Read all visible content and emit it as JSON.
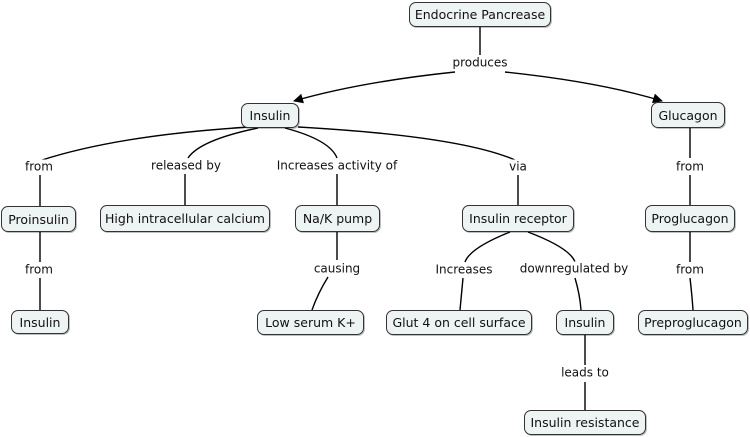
{
  "nodes": {
    "endocrine_pancreas": "Endocrine Pancrease",
    "insulin": "Insulin",
    "glucagon": "Glucagon",
    "proinsulin": "Proinsulin",
    "high_calcium": "High intracellular calcium",
    "na_k_pump": "Na/K pump",
    "insulin_receptor": "Insulin receptor",
    "proglucagon": "Proglucagon",
    "insulin_bottom": "Insulin",
    "low_serum_k": "Low serum K+",
    "glut4": "Glut 4 on cell surface",
    "insulin_downreg": "Insulin",
    "preproglucagon": "Preproglucagon",
    "insulin_resistance": "Insulin resistance"
  },
  "links": {
    "produces": "produces",
    "from_proinsulin": "from",
    "released_by": "released by",
    "increases_activity": "Increases activity of",
    "via": "via",
    "from_glucagon": "from",
    "from_insulin_bottom": "from",
    "causing": "causing",
    "increases": "Increases",
    "downregulated_by": "downregulated by",
    "from_preproglucagon": "from",
    "leads_to": "leads to"
  },
  "colors": {
    "node_fill": "#eef3f3",
    "node_border": "#333333",
    "line": "#000000"
  }
}
